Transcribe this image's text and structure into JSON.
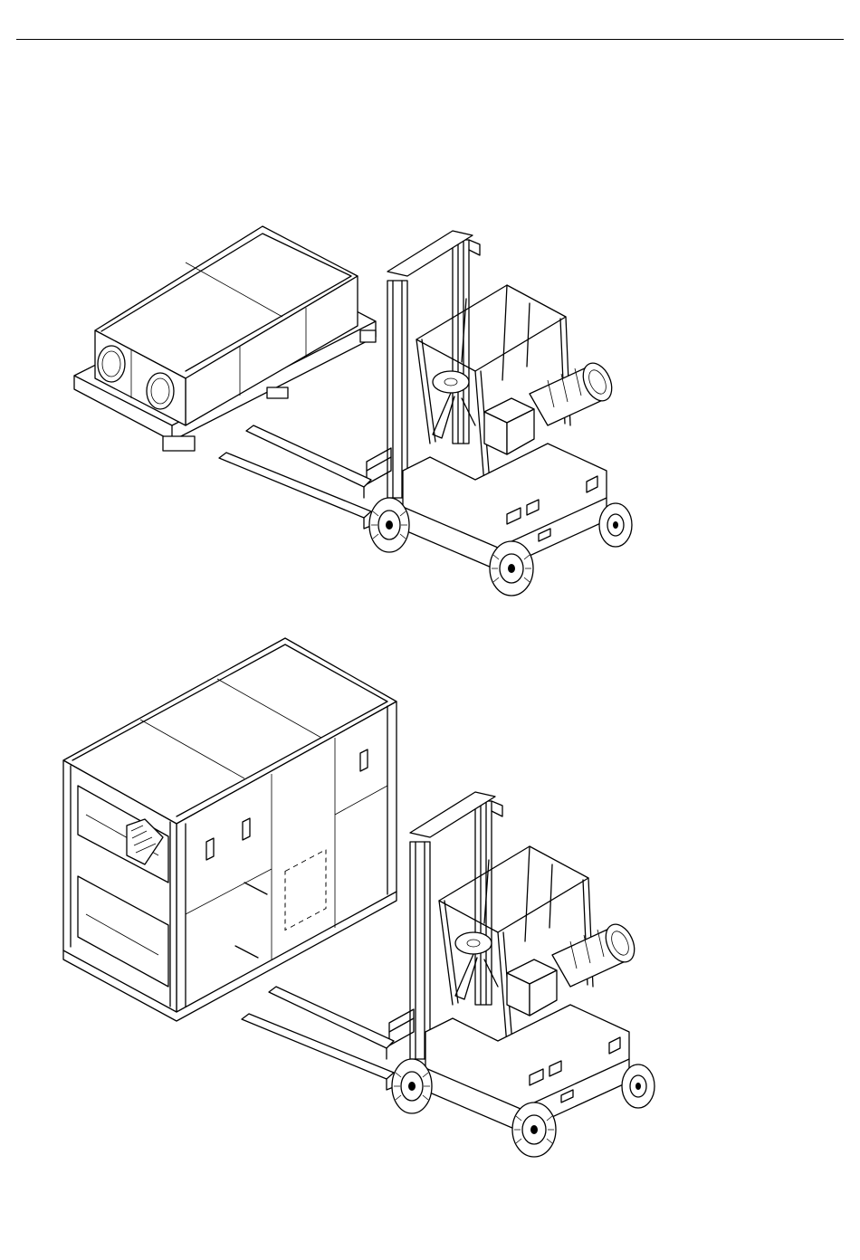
{
  "document": {
    "illustrations": [
      {
        "subject": "forklift-lifting-crated-unit-from-side",
        "order": 1
      },
      {
        "subject": "forklift-lifting-crated-unit-from-end",
        "order": 2
      }
    ],
    "colors": {
      "line": "#000000",
      "background": "#ffffff"
    }
  }
}
